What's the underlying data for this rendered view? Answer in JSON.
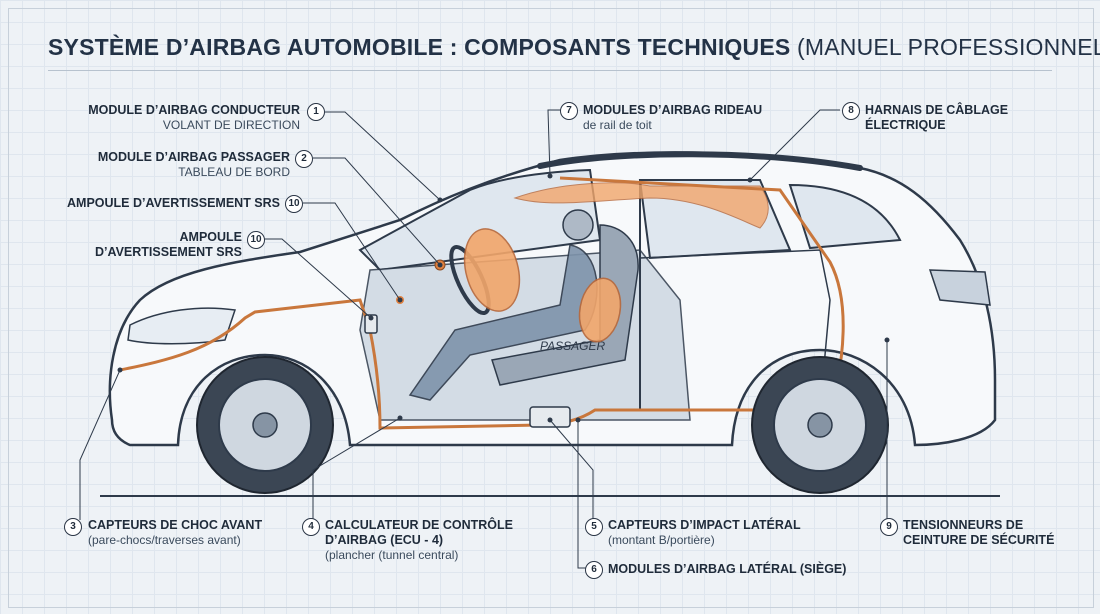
{
  "title": {
    "main": "SYSTÈME D’AIRBAG AUTOMOBILE : COMPOSANTS TECHNIQUES",
    "sub": "(MANUEL PROFESSIONNEL)"
  },
  "callouts": [
    {
      "num": "1",
      "name": "MODULE D’AIRBAG CONDUCTEUR",
      "detail": "VOLANT DE DIRECTION"
    },
    {
      "num": "2",
      "name": "MODULE D’AIRBAG PASSAGER",
      "detail": "TABLEAU DE BORD"
    },
    {
      "num": "10",
      "name": "AMPOULE D’AVERTISSEMENT SRS",
      "detail": ""
    },
    {
      "num": "10",
      "name": "AMPOULE",
      "name2": "D’AVERTISSEMENT SRS",
      "detail": ""
    },
    {
      "num": "7",
      "name": "MODULES D’AIRBAG RIDEAU",
      "detail": "de rail de toit"
    },
    {
      "num": "8",
      "name": "HARNAIS DE CÂBLAGE",
      "name2": "ÉLECTRIQUE",
      "detail": ""
    },
    {
      "num": "3",
      "name": "CAPTEURS DE CHOC AVANT",
      "detail": "(pare-chocs/traverses avant)"
    },
    {
      "num": "4",
      "name": "CALCULATEUR DE CONTRÔLE",
      "name2": "D’AIRBAG (ECU - 4)",
      "detail": "(plancher (tunnel central)"
    },
    {
      "num": "5",
      "name": "CAPTEURS D’IMPACT LATÉRAL",
      "detail": "(montant B/portière)"
    },
    {
      "num": "6",
      "name": "MODULES D’AIRBAG LATÉRAL (SIÈGE)",
      "detail": ""
    },
    {
      "num": "9",
      "name": "TENSIONNEURS DE",
      "name2": "CEINTURE DE SÉCURITÉ",
      "detail": ""
    }
  ],
  "car": {
    "seat_text": "PASSAGER"
  },
  "colors": {
    "airbag": "#f2a66b",
    "wire": "#c9773c",
    "body": "#f7f9fb",
    "outline": "#2e3a4a",
    "tire": "#3b4654",
    "glass": "#dfe7ef"
  }
}
